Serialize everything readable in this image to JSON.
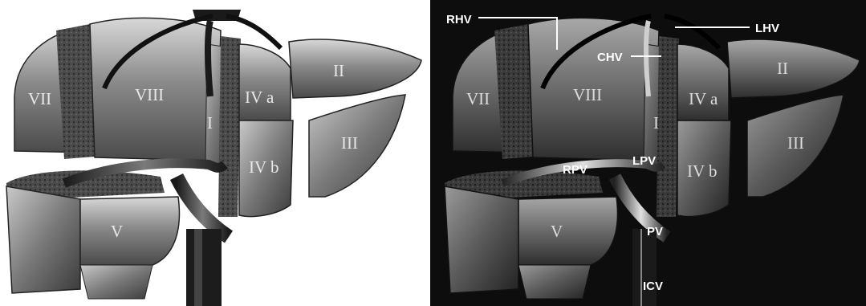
{
  "left_panel": {
    "segments": {
      "s7": "VII",
      "s8": "VIII",
      "s4a": "IV a",
      "s2": "II",
      "s1": "I",
      "s3": "III",
      "s4b": "IV b",
      "s5": "V"
    }
  },
  "right_panel": {
    "segments": {
      "s7": "VII",
      "s8": "VIII",
      "s4a": "IV a",
      "s2": "II",
      "s1": "I",
      "s3": "III",
      "s4b": "IV b",
      "s5": "V"
    },
    "vessels": {
      "rhv": "RHV",
      "lhv": "LHV",
      "chv": "CHV",
      "rpv": "RPV",
      "lpv": "LPV",
      "pv": "PV",
      "icv": "ICV"
    }
  }
}
